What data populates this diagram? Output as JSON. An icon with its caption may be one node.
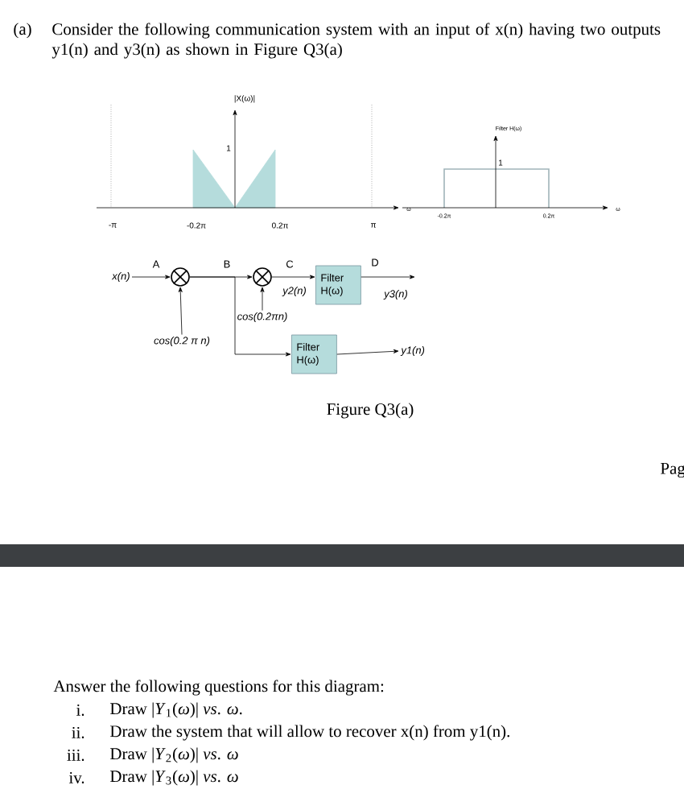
{
  "diagram": {
    "nodes": [
      {
        "text": [
          "x(n)"
        ]
      },
      {
        "text": [],
        "shape": "circle"
      },
      {
        "text": [
          "cos(0.2 π n)"
        ]
      },
      {
        "text": [],
        "shape": "circle"
      },
      {
        "text": [
          "cos(0.2πn)"
        ]
      },
      {
        "text": [
          "Filter H(ω)"
        ]
      },
      {
        "text": [
          "Filter H(ω)"
        ]
      },
      {
        "text": [
          "y1(n)"
        ]
      }
    ],
    "edges": [
      {
        "from": 0,
        "to": 1,
        "arrow": "to"
      },
      {
        "from": 2,
        "to": 1,
        "arrow": "to"
      },
      {
        "from": 1,
        "to": 3,
        "arrow": "to"
      },
      {
        "from": 1,
        "to": 6,
        "arrow": "to"
      },
      {
        "from": 4,
        "to": 3,
        "arrow": "to"
      },
      {
        "from": 3,
        "to": 5,
        "arrow": "to",
        "label": "y2(n)"
      },
      {
        "from": 5,
        "to": null,
        "arrow": "to",
        "label": "y3(n)"
      },
      {
        "from": 6,
        "to": 7,
        "arrow": "to"
      }
    ],
    "labels": [
      "(a)",
      "Consider the following communication system with an input of x(n) having two outputs y1(n) and y3(n) as shown in Figure Q3(a)",
      "|X(ω)|",
      "1",
      "-π",
      "-0.2π",
      "0.2π",
      "π",
      "ω",
      "Filter H(ω)",
      "1",
      "-0.2π",
      "0.2π",
      "ω",
      "A",
      "B",
      "C",
      "D",
      "Figure Q3(a)",
      "Pag",
      "Answer the following questions for this diagram:",
      "i.",
      "Draw |*Y*$_{1}$(*ω*)| *vs*. *ω*.",
      "ii.",
      "Draw the system that will allow to recover x(n) from y1(n).",
      "iii.",
      "Draw |*Y*$_{2}$(*ω*)| *vs*. *ω*",
      "iv.",
      "Draw |*Y*$_{3}$(*ω*)| *vs*. *ω*"
    ]
  }
}
